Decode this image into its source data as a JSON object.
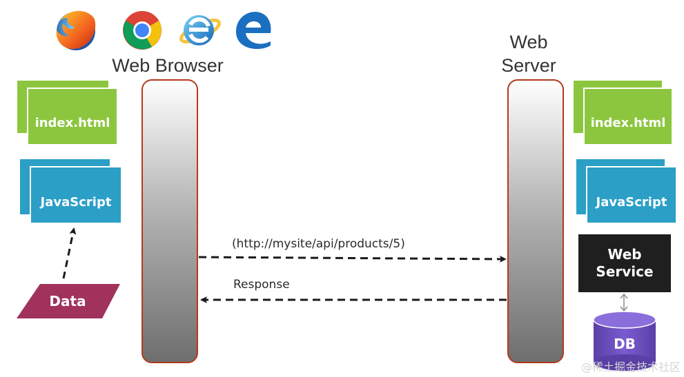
{
  "browser_section": {
    "title": "Web Browser",
    "browser_icons": [
      "firefox-icon",
      "chrome-icon",
      "internet-explorer-icon",
      "edge-icon"
    ],
    "files": [
      {
        "label": "index.html",
        "color": "#8cc63f"
      },
      {
        "label": "JavaScript",
        "color": "#2b9fc6"
      }
    ],
    "data_label": "Data",
    "data_color": "#a0325c"
  },
  "server_section": {
    "title_line1": "Web",
    "title_line2": "Server",
    "files": [
      {
        "label": "index.html",
        "color": "#8cc63f"
      },
      {
        "label": "JavaScript",
        "color": "#2b9fc6"
      }
    ],
    "web_service_line1": "Web",
    "web_service_line2": "Service",
    "db_label": "DB",
    "db_color": "#6b4fbb"
  },
  "messages": {
    "request": "(http://mysite/api/products/5)",
    "response": "Response"
  },
  "colors": {
    "lifeline_border": "#b23a1c",
    "arrow": "#1a1a1a",
    "web_service_bg": "#1f1f1f"
  },
  "watermark": "@稀土掘金技术社区"
}
